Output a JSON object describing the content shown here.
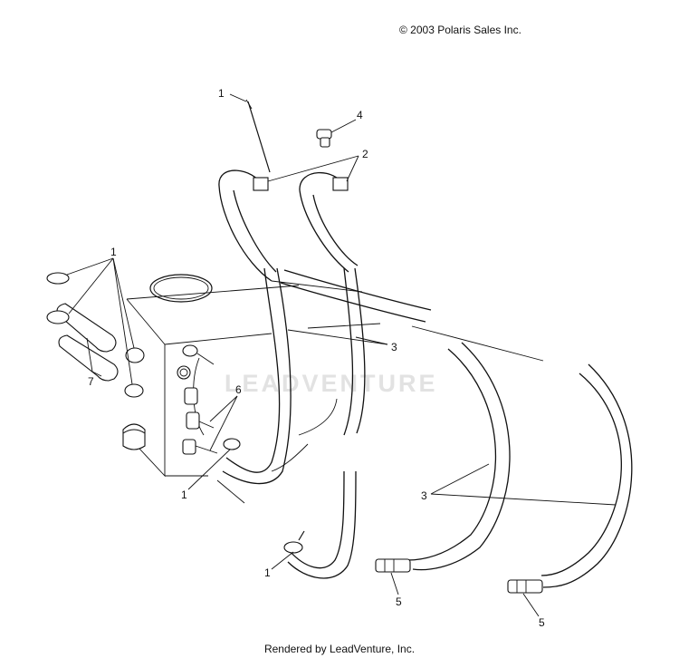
{
  "header": {
    "copyright": "© 2003 Polaris Sales Inc."
  },
  "footer": {
    "rendered_by": "Rendered by LeadVenture, Inc."
  },
  "watermark": {
    "text": "LEADVENTURE"
  },
  "callouts": {
    "c1_top": "1",
    "c4": "4",
    "c2": "2",
    "c1_left": "1",
    "c7": "7",
    "c6": "6",
    "c3_mid": "3",
    "c1_bottom_left": "1",
    "c3_right": "3",
    "c1_bottom": "1",
    "c5_left": "5",
    "c5_right": "5"
  }
}
